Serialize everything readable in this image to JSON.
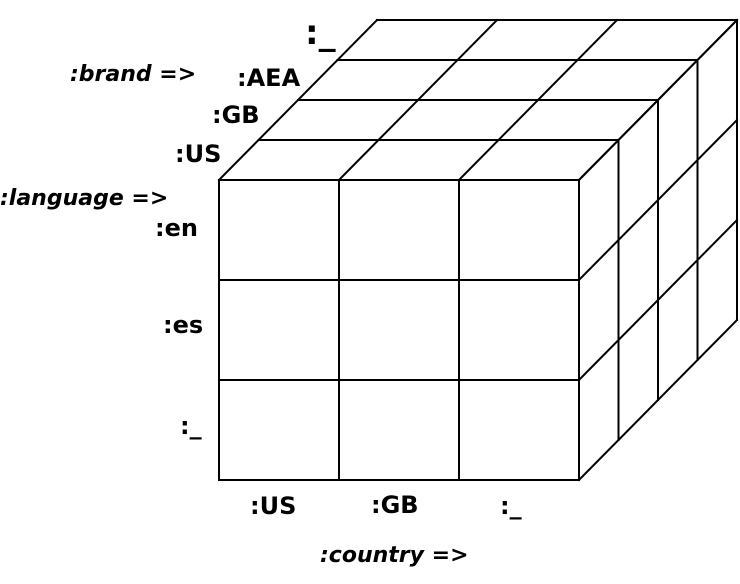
{
  "axes": {
    "brand": {
      "title": ":brand =>",
      "values": [
        ":US",
        ":GB",
        ":AEA",
        ":_"
      ]
    },
    "language": {
      "title": ":language =>",
      "values": [
        ":en",
        ":es",
        ":_"
      ]
    },
    "country": {
      "title": ":country =>",
      "values": [
        ":US",
        ":GB",
        ":_"
      ]
    }
  },
  "colors": {
    "line": "#000000",
    "background": "#ffffff"
  }
}
